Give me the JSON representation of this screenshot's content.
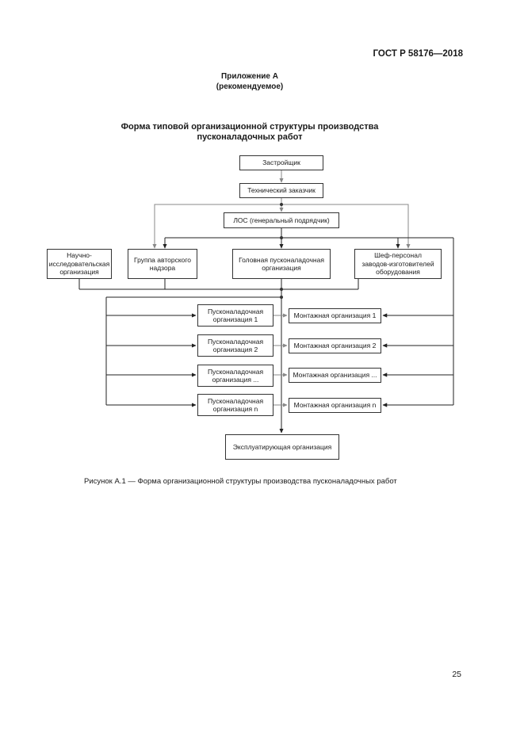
{
  "header": {
    "doc_code": "ГОСТ Р 58176—2018"
  },
  "appendix": {
    "title": "Приложение А",
    "note": "(рекомендуемое)"
  },
  "form_title": {
    "line1": "Форма типовой организационной структуры производства",
    "line2": "пусконаладочных работ"
  },
  "diagram": {
    "developer": "Застройщик",
    "tech_customer": "Технический заказчик",
    "general_contractor": "ЛОС (генеральный подрядчик)",
    "research_org": "Научно-\nисследовательская\nорганизация",
    "supervision_group": "Группа авторского\nнадзора",
    "lead_commissioning": "Головная пусконаладочная\nорганизация",
    "chief_personnel": "Шеф-персонал\nзаводов-изготовителей\nоборудования",
    "commissioning_orgs": [
      "Пусконаладочная\nорганизация 1",
      "Пусконаладочная\nорганизация 2",
      "Пусконаладочная\nорганизация ...",
      "Пусконаладочная\nорганизация n"
    ],
    "installation_orgs": [
      "Монтажная организация 1",
      "Монтажная организация 2",
      "Монтажная организация ...",
      "Монтажная организация n"
    ],
    "operating_org": "Эксплуатирующая организация"
  },
  "caption": "Рисунок А.1 — Форма организационной структуры производства пусконаладочных работ",
  "page_number": "25"
}
